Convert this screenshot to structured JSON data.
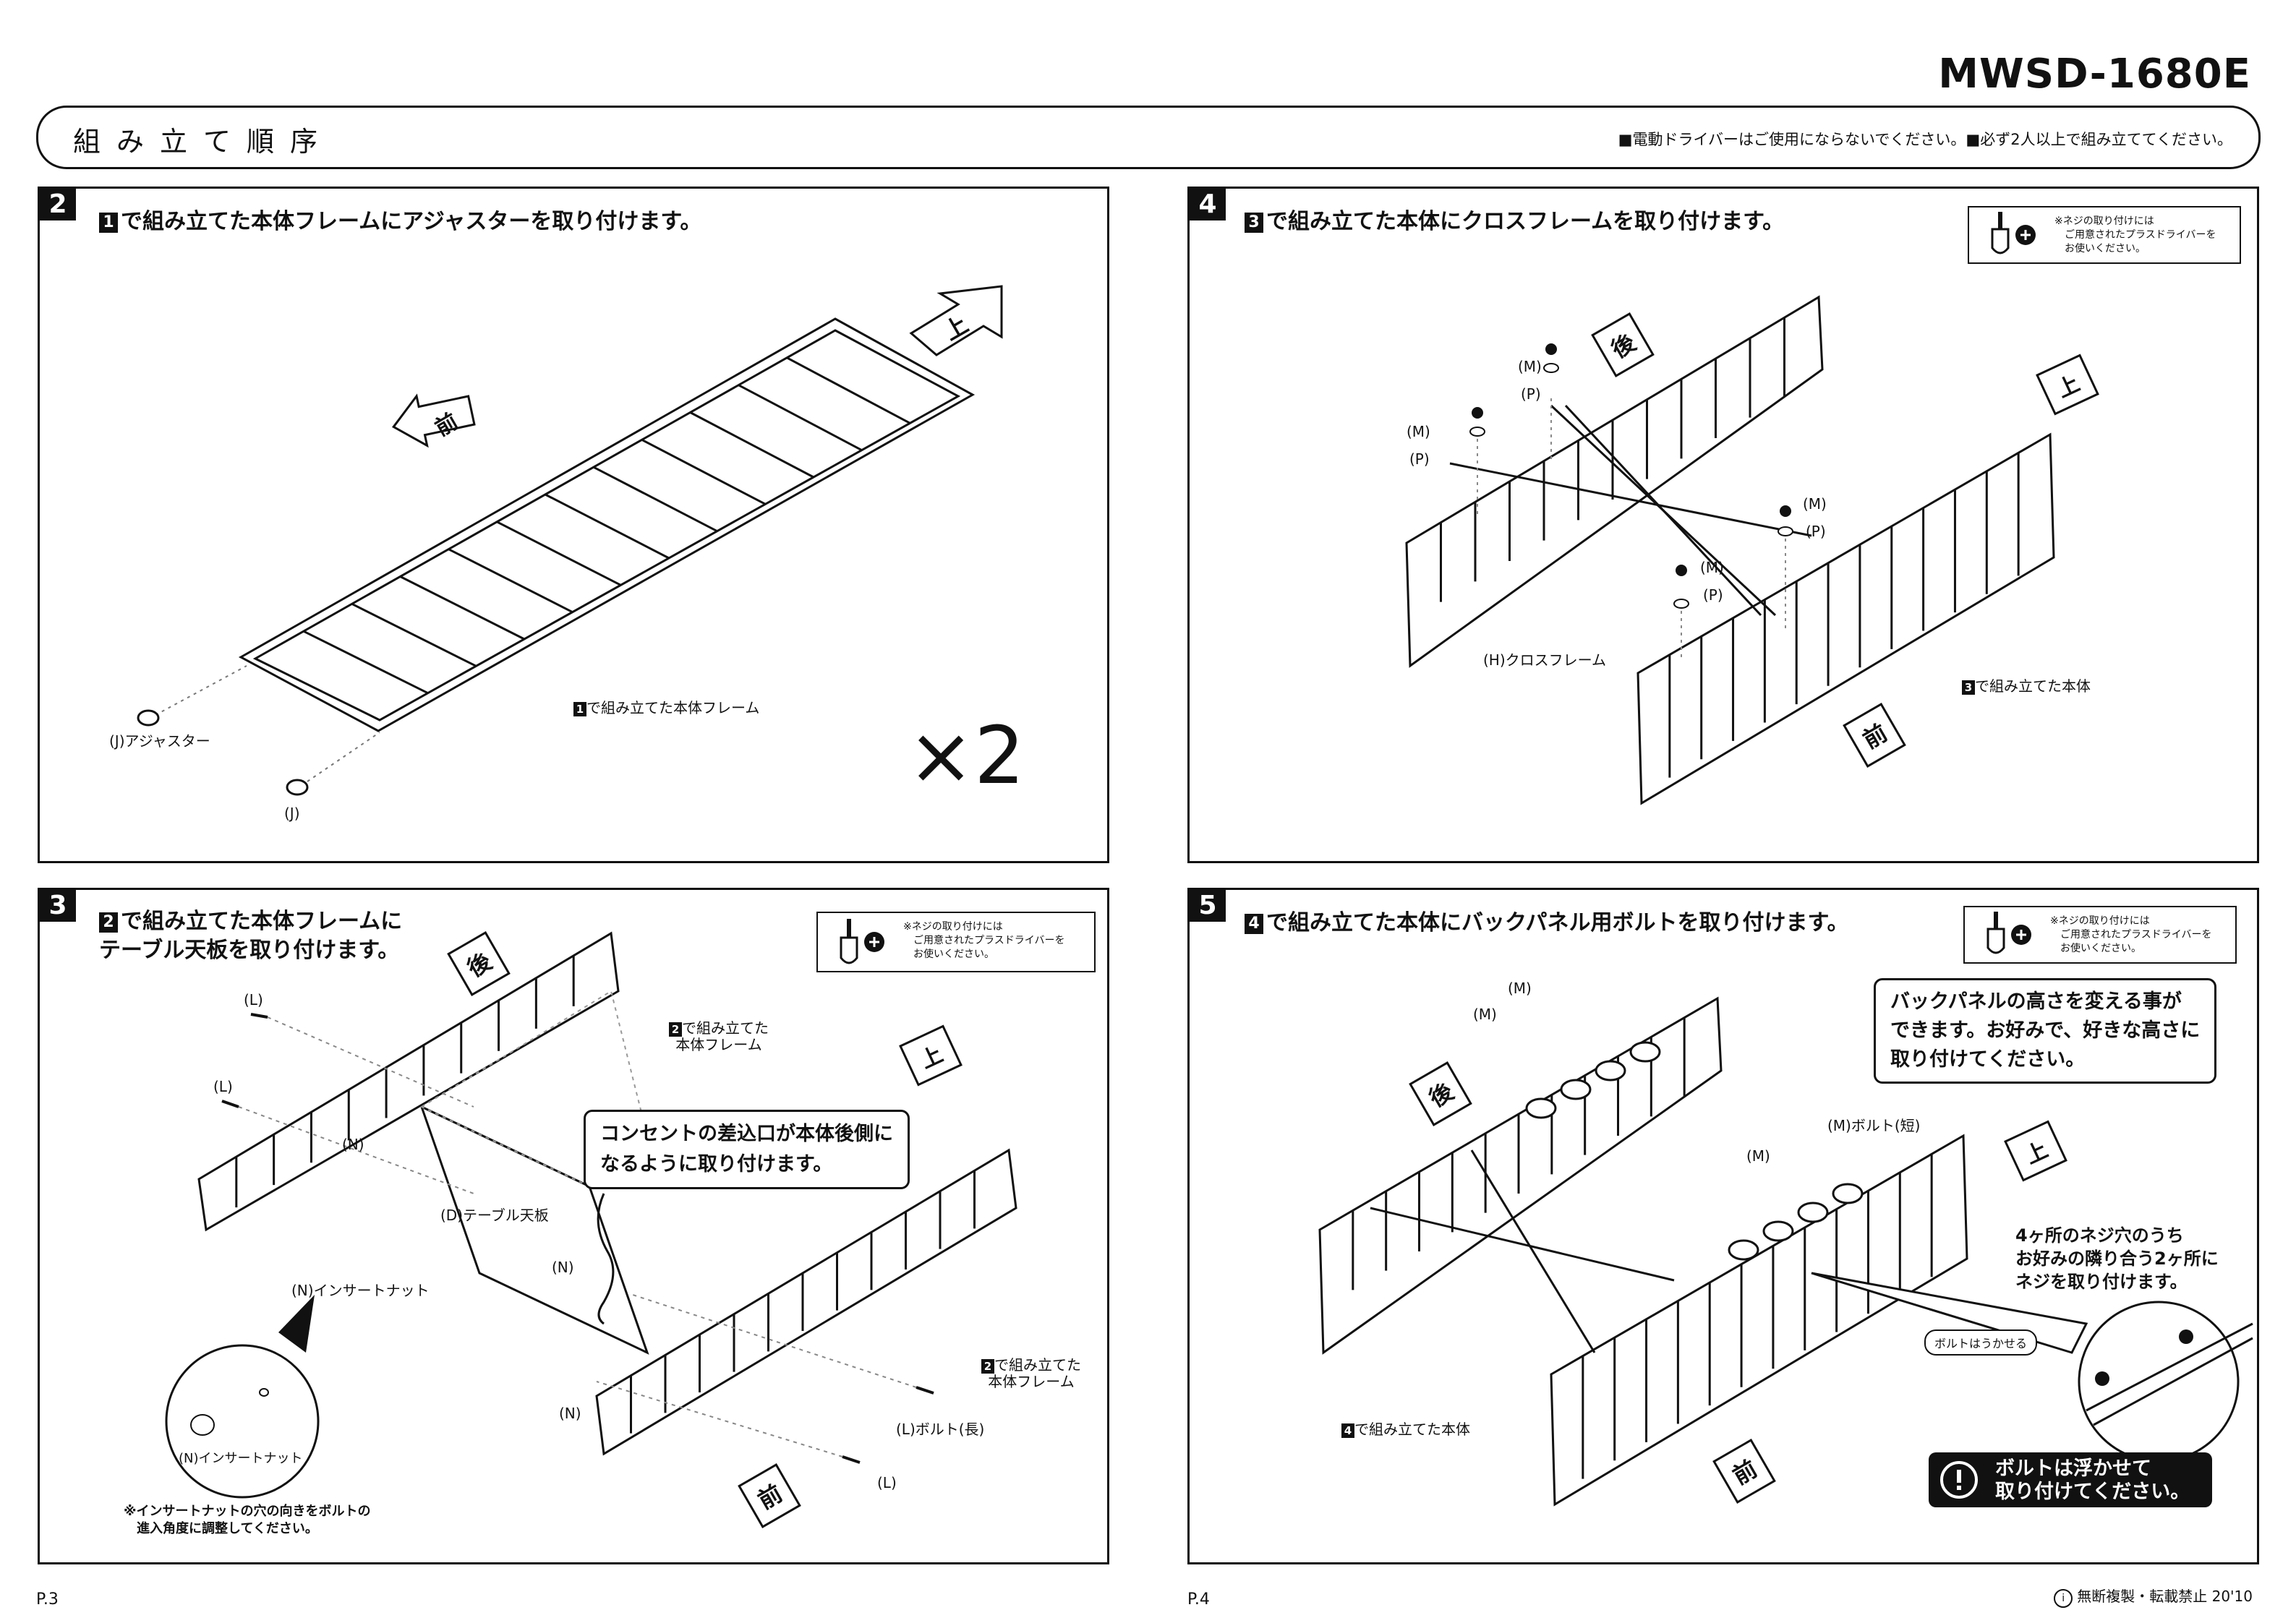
{
  "model": "MWSD-1680E",
  "section_title": "組み立て順序",
  "header_notes": "■電動ドライバーはご使用にならないでください。■必ず2人以上で組み立ててください。",
  "screwdriver_note": "※ネジの取り付けには\n　ご用意されたプラスドライバーを\n　お使いください。",
  "directions": {
    "front": "前",
    "back": "後",
    "up": "上"
  },
  "steps": [
    {
      "number": "2",
      "ref": "1",
      "title": "で組み立てた本体フレームにアジャスターを取り付けます。",
      "labels": {
        "frame": "で組み立てた本体フレーム",
        "adjuster": "(J)アジャスター",
        "adjuster_short": "(J)"
      },
      "multiplier": "×2"
    },
    {
      "number": "3",
      "ref": "2",
      "title_line1": "で組み立てた本体フレームに",
      "title_line2": "テーブル天板を取り付けます。",
      "labels": {
        "bolt_l1": "(L)",
        "bolt_l2": "(L)",
        "bolt_l3": "(L)",
        "bolt_long": "(L)ボルト(長)",
        "nut1": "(N)",
        "nut2": "(N)",
        "nut3": "(N)",
        "nut_insert": "(N)インサートナット",
        "nut_insert_zoom": "(N)インサートナット",
        "tabletop": "(D)テーブル天板",
        "frame_top_1": "で組み立てた",
        "frame_top_2": "本体フレーム",
        "frame_right_1": "で組み立てた",
        "frame_right_2": "本体フレーム"
      },
      "callout": "コンセントの差込口が本体後側に\nなるように取り付けます。",
      "footnote": "※インサートナットの穴の向きをボルトの\n　進入角度に調整してください。"
    },
    {
      "number": "4",
      "ref": "3",
      "title": "で組み立てた本体にクロスフレームを取り付けます。",
      "labels": {
        "m1": "(M)",
        "p1": "(P)",
        "m2": "(M)",
        "p2": "(P)",
        "m3": "(M)",
        "p3": "(P)",
        "m4": "(M)",
        "p4": "(P)",
        "cross": "(H)クロスフレーム",
        "body": "で組み立てた本体"
      }
    },
    {
      "number": "5",
      "ref": "4",
      "title": "で組み立てた本体にバックパネル用ボルトを取り付けます。",
      "labels": {
        "m1": "(M)",
        "m2": "(M)",
        "m3": "(M)",
        "m_short": "(M)ボルト(短)",
        "body": "で組み立てた本体",
        "float": "ボルトはうかせる"
      },
      "callout": "バックパネルの高さを変える事が\nできます。お好みで、好きな高さに\n取り付けてください。",
      "note2": "4ヶ所のネジ穴のうち\nお好みの隣り合う2ヶ所に\nネジを取り付けます。",
      "warning": "ボルトは浮かせて\n取り付けてください。"
    }
  ],
  "footer": {
    "left_page": "P.3",
    "right_page": "P.4",
    "copyright": "無断複製・転載禁止 20'10"
  }
}
